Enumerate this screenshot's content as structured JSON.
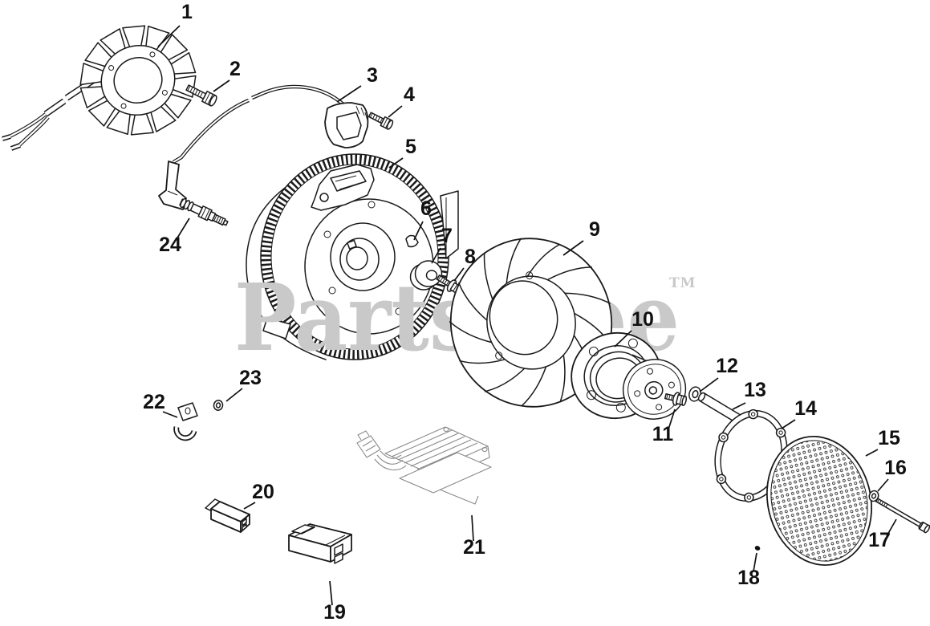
{
  "watermark": {
    "text": "PartsTree",
    "trademark": "TM",
    "color": "#c9c9c9"
  },
  "colors": {
    "line": "#1a1a1a",
    "background": "#ffffff",
    "faint_part": "#8a8a8a"
  },
  "callouts": [
    "1",
    "2",
    "3",
    "4",
    "5",
    "6",
    "7",
    "8",
    "9",
    "10",
    "11",
    "12",
    "13",
    "14",
    "15",
    "16",
    "17",
    "18",
    "19",
    "20",
    "21",
    "22",
    "23",
    "24"
  ]
}
